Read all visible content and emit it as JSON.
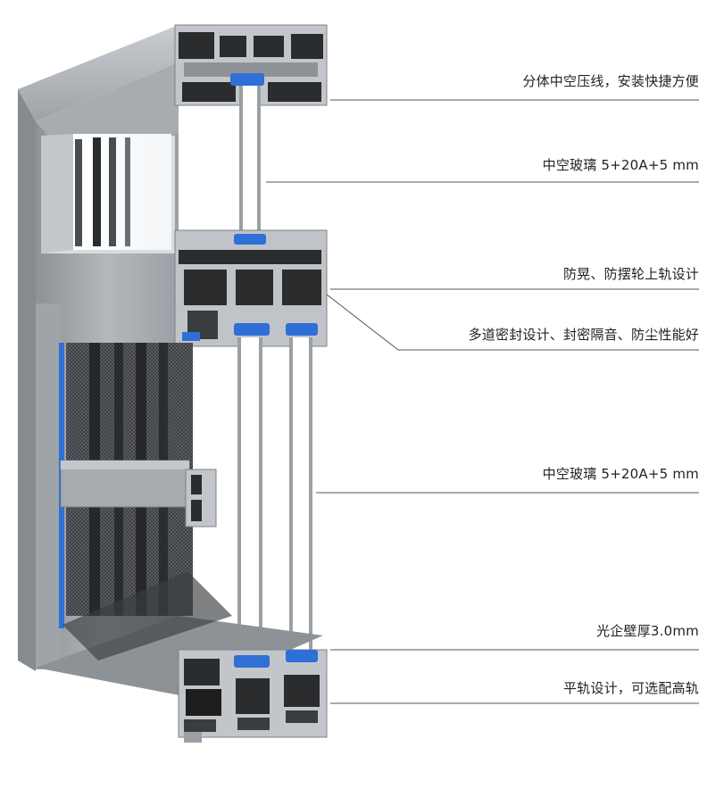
{
  "callouts": [
    {
      "id": "split-glazing-bead",
      "text": "分体中空压线，安装快捷方便"
    },
    {
      "id": "insulated-glass-top",
      "text": "中空玻璃 5+20A+5 mm"
    },
    {
      "id": "anti-sway-track",
      "text": "防晃、防摆轮上轨设计"
    },
    {
      "id": "multi-seal",
      "text": "多道密封设计、封密隔音、防尘性能好"
    },
    {
      "id": "insulated-glass-bottom",
      "text": "中空玻璃 5+20A+5 mm"
    },
    {
      "id": "wall-thickness",
      "text": "光企壁厚3.0mm"
    },
    {
      "id": "flat-rail",
      "text": "平轨设计，可选配高轨"
    }
  ],
  "colors": {
    "aluminum_light": "#b9bdc1",
    "aluminum_mid": "#9da2a7",
    "aluminum_dark": "#6f757b",
    "profile_black": "#1e1e1e",
    "seal_blue": "#2f6fd6",
    "leader_line": "#555555",
    "label_text": "#222222"
  }
}
